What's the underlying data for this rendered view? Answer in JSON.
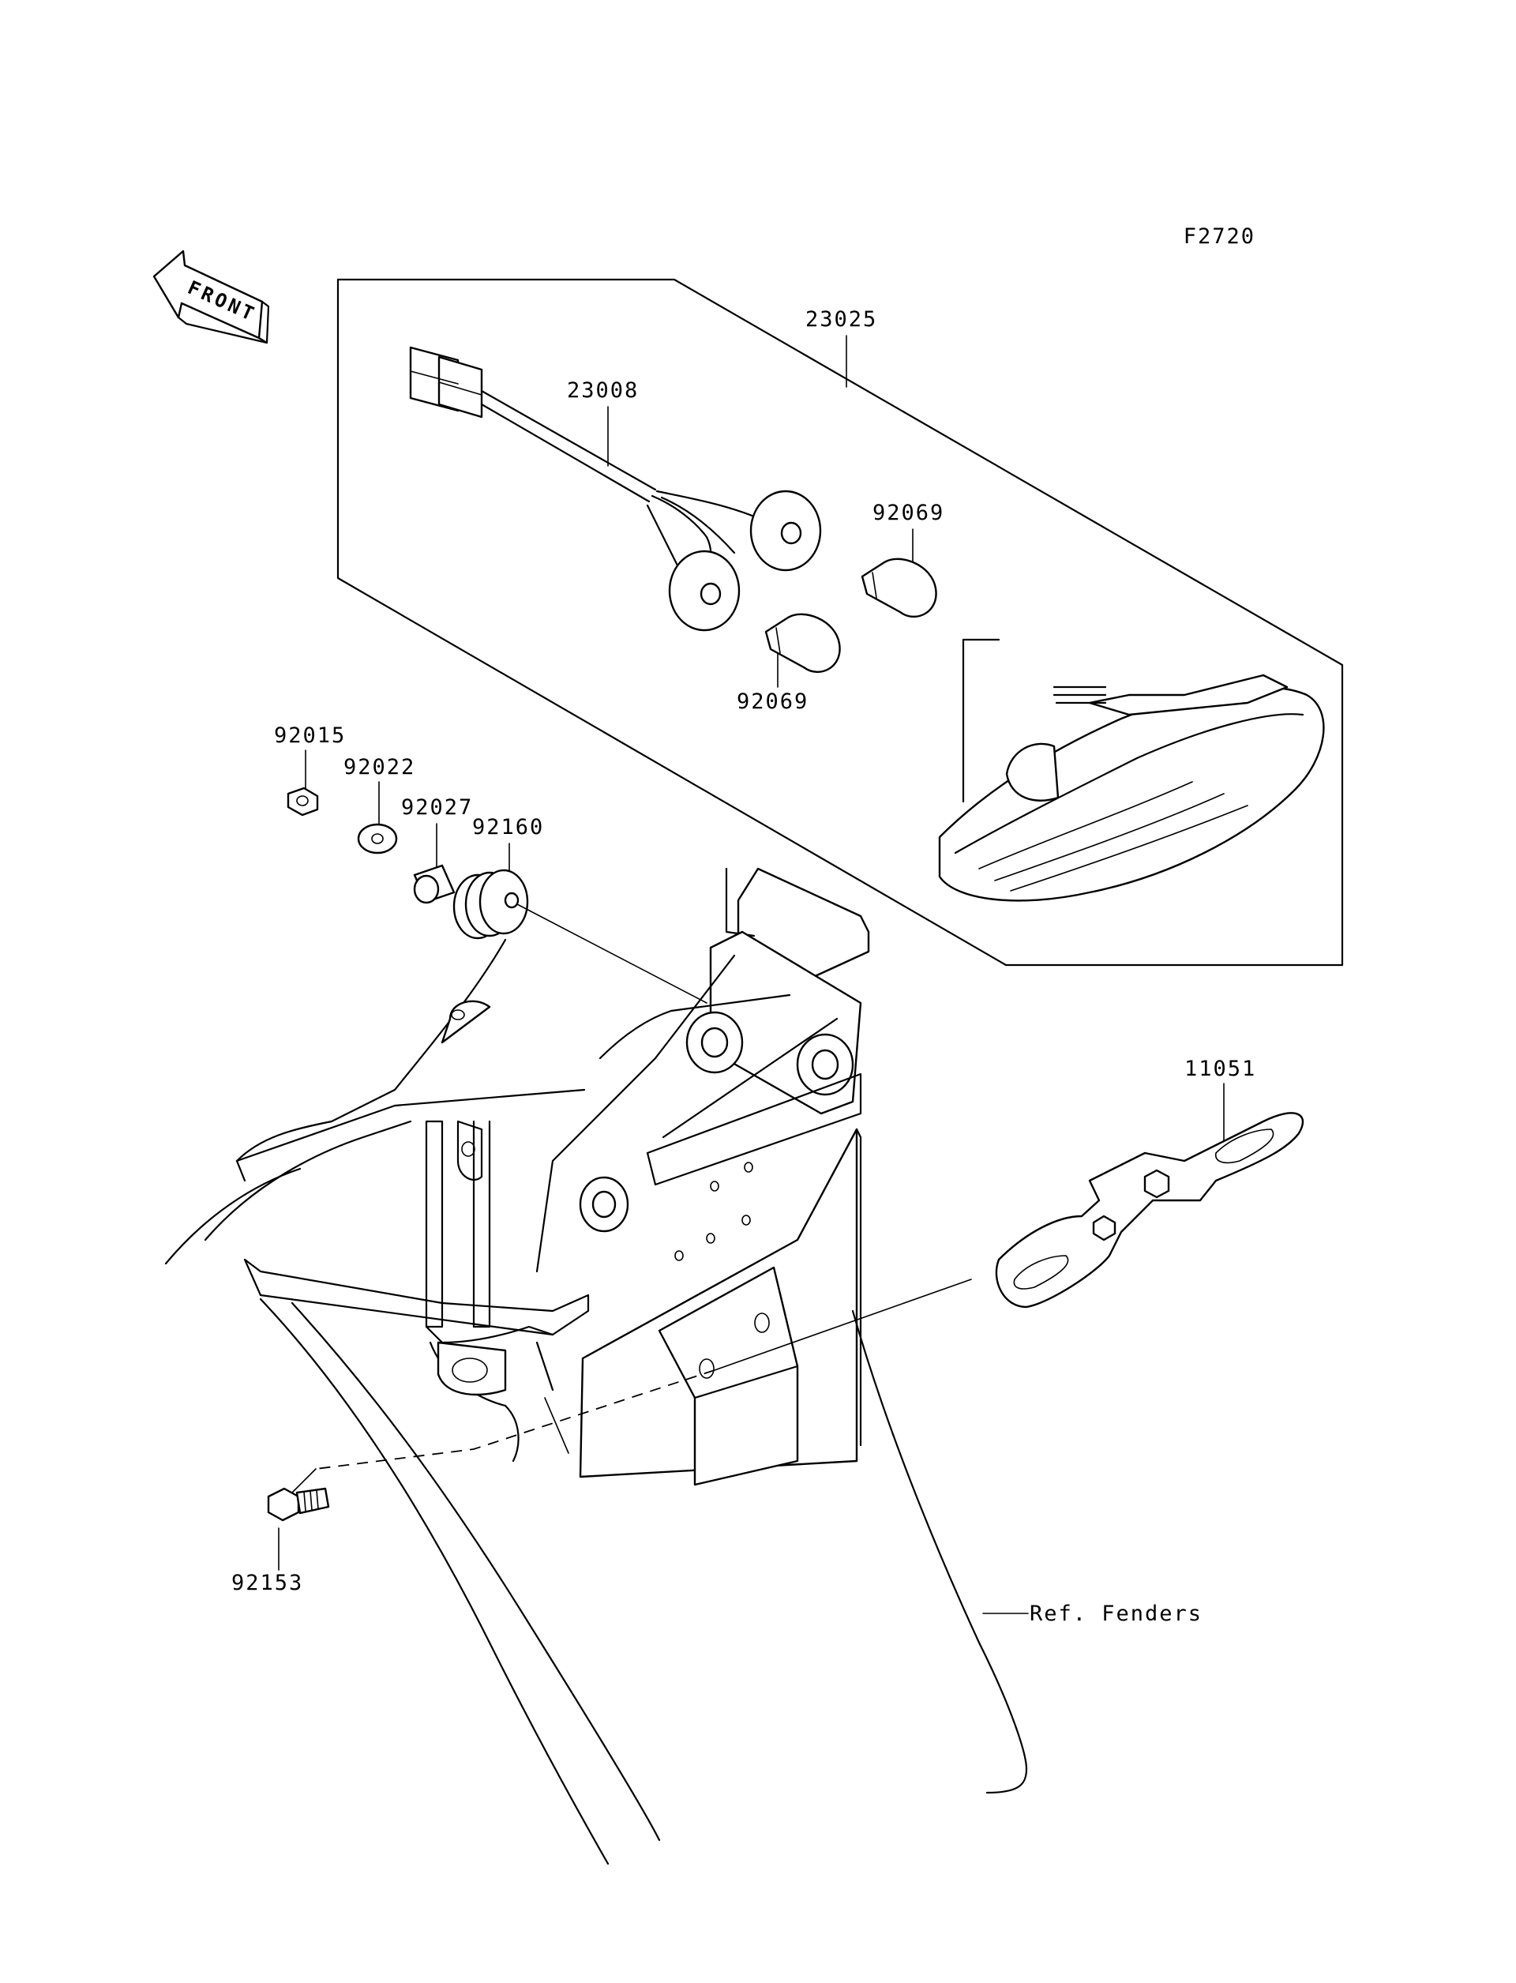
{
  "figure_code": "F2720",
  "front_marker": "FRONT",
  "labels": {
    "p23025": "23025",
    "p23008": "23008",
    "p92069_a": "92069",
    "p92069_b": "92069",
    "p92015": "92015",
    "p92022": "92022",
    "p92027": "92027",
    "p92160": "92160",
    "p11051": "11051",
    "p92153": "92153",
    "ref_fenders": "Ref. Fenders"
  },
  "colors": {
    "ink": "#000000",
    "paper": "#ffffff"
  }
}
